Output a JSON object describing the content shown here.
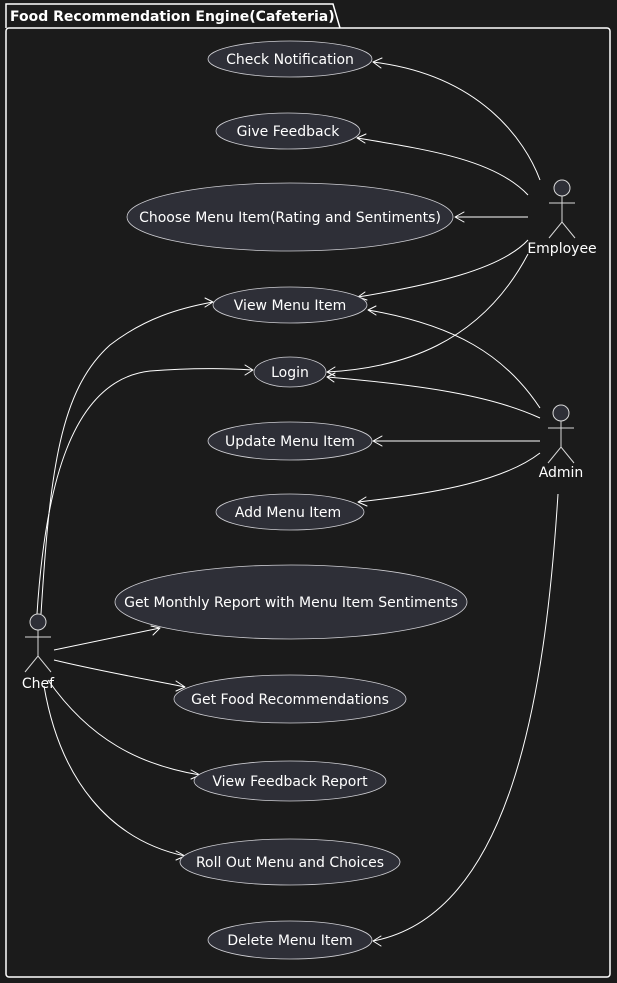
{
  "package": {
    "title": "Food Recommendation Engine(Cafeteria)"
  },
  "actors": {
    "employee": "Employee",
    "admin": "Admin",
    "chef": "Chef"
  },
  "use_cases": {
    "check_notification": "Check Notification",
    "give_feedback": "Give Feedback",
    "choose_menu_item": "Choose Menu Item(Rating and Sentiments)",
    "view_menu_item": "View Menu Item",
    "login": "Login",
    "update_menu_item": "Update Menu Item",
    "add_menu_item": "Add Menu Item",
    "monthly_report": "Get Monthly Report with Menu Item Sentiments",
    "food_recommendations": "Get Food Recommendations",
    "view_feedback_report": "View Feedback Report",
    "roll_out_menu": "Roll Out Menu and Choices",
    "delete_menu_item": "Delete Menu Item"
  },
  "associations": [
    {
      "from": "employee",
      "to": "check_notification"
    },
    {
      "from": "employee",
      "to": "give_feedback"
    },
    {
      "from": "employee",
      "to": "choose_menu_item"
    },
    {
      "from": "employee",
      "to": "view_menu_item"
    },
    {
      "from": "employee",
      "to": "login"
    },
    {
      "from": "admin",
      "to": "view_menu_item"
    },
    {
      "from": "admin",
      "to": "login"
    },
    {
      "from": "admin",
      "to": "update_menu_item"
    },
    {
      "from": "admin",
      "to": "add_menu_item"
    },
    {
      "from": "admin",
      "to": "delete_menu_item"
    },
    {
      "from": "chef",
      "to": "view_menu_item"
    },
    {
      "from": "chef",
      "to": "login"
    },
    {
      "from": "chef",
      "to": "monthly_report"
    },
    {
      "from": "chef",
      "to": "food_recommendations"
    },
    {
      "from": "chef",
      "to": "view_feedback_report"
    },
    {
      "from": "chef",
      "to": "roll_out_menu"
    }
  ],
  "colors": {
    "background": "#1b1b1b",
    "use_case_fill": "#2e2f37",
    "line": "#ffffff"
  }
}
